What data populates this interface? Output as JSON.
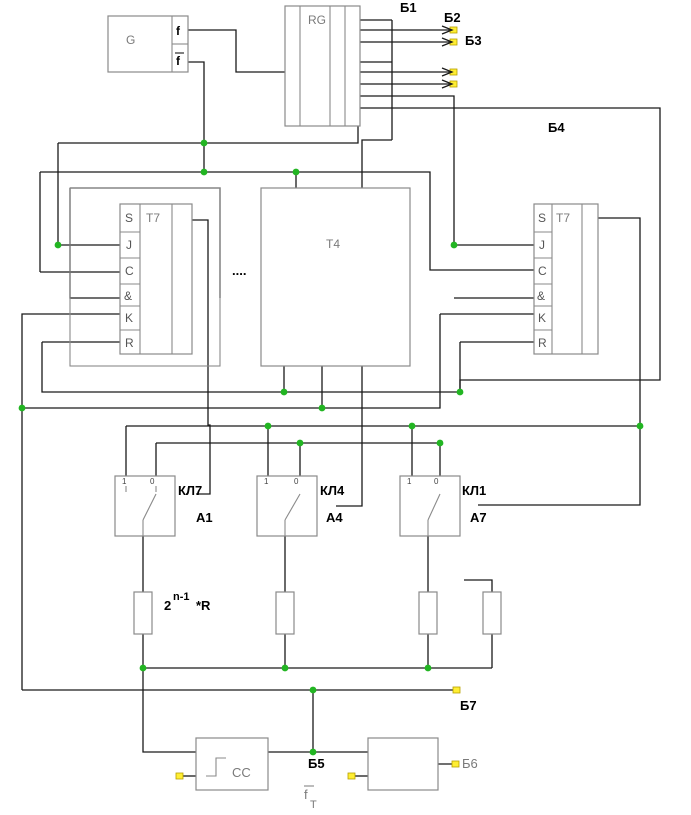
{
  "generator": {
    "label": "G",
    "out_f": "f",
    "out_fbar": "f"
  },
  "register": {
    "label": "RG"
  },
  "triggers": {
    "left": "T7",
    "right": "T7",
    "center": "T4",
    "ellipsis": "...."
  },
  "trigger_pins": [
    "S",
    "J",
    "C",
    "&",
    "K",
    "R"
  ],
  "buses": {
    "b1": "Б1",
    "b2": "Б2",
    "b3": "Б3",
    "b4": "Б4",
    "b5": "Б5",
    "b6": "Б6",
    "b7": "Б7"
  },
  "switches": [
    {
      "name": "КЛ7",
      "addr": "A1"
    },
    {
      "name": "КЛ4",
      "addr": "A4"
    },
    {
      "name": "КЛ1",
      "addr": "A7"
    }
  ],
  "switch_pins": [
    "1",
    "0"
  ],
  "resistor_label": {
    "base": "2",
    "exp": "n-1",
    "tail": "*R"
  },
  "comparator": {
    "label": "CC"
  },
  "clock": {
    "label": "f",
    "sub": "T"
  }
}
